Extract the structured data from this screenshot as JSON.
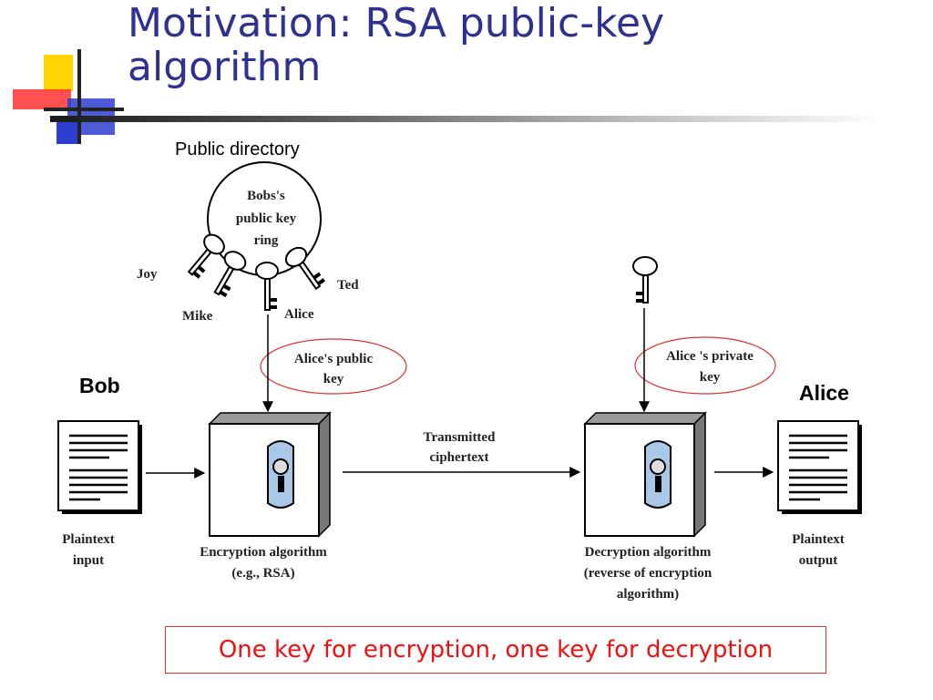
{
  "slide": {
    "title_line1": "Motivation: RSA public-key",
    "title_line2": "algorithm",
    "public_directory_label": "Public directory",
    "bob_label": "Bob",
    "alice_label": "Alice",
    "footer": "One key for encryption, one key for decryption"
  },
  "diagram": {
    "key_ring": {
      "line1": "Bobs's",
      "line2": "public key",
      "line3": "ring"
    },
    "key_names": {
      "joy": "Joy",
      "mike": "Mike",
      "alice": "Alice",
      "ted": "Ted"
    },
    "public_key_label": {
      "line1": "Alice's public",
      "line2": "key"
    },
    "private_key_label": {
      "line1": "Alice 's private",
      "line2": "key"
    },
    "transmitted": {
      "line1": "Transmitted",
      "line2": "ciphertext"
    },
    "plaintext_input": {
      "line1": "Plaintext",
      "line2": "input"
    },
    "encryption": {
      "line1": "Encryption algorithm",
      "line2": "(e.g., RSA)"
    },
    "decryption": {
      "line1": "Decryption algorithm",
      "line2": "(reverse of encryption",
      "line3": "algorithm)"
    },
    "plaintext_output": {
      "line1": "Plaintext",
      "line2": "output"
    }
  },
  "colors": {
    "title": "#2e3192",
    "highlight_ellipse": "#e03030",
    "footer_text": "#ee1111",
    "lock": "#a9c8e8"
  }
}
